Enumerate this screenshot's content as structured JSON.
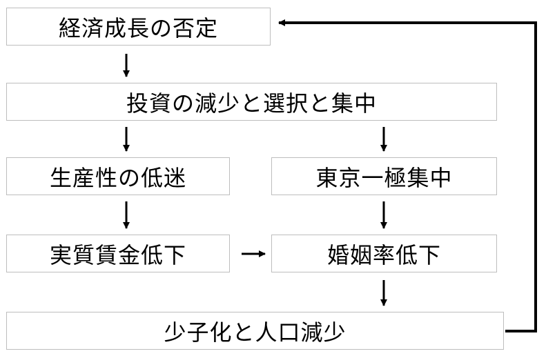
{
  "flowchart": {
    "nodes": {
      "n1": "経済成長の否定",
      "n2": "投資の減少と選択と集中",
      "n3": "生産性の低迷",
      "n4": "東京一極集中",
      "n5": "実質賃金低下",
      "n6": "婚姻率低下",
      "n7": "少子化と人口減少"
    },
    "edges": [
      [
        "n1",
        "n2"
      ],
      [
        "n2",
        "n3"
      ],
      [
        "n2",
        "n4"
      ],
      [
        "n3",
        "n5"
      ],
      [
        "n4",
        "n6"
      ],
      [
        "n5",
        "n6"
      ],
      [
        "n6",
        "n7"
      ],
      [
        "n7",
        "n1"
      ]
    ]
  }
}
